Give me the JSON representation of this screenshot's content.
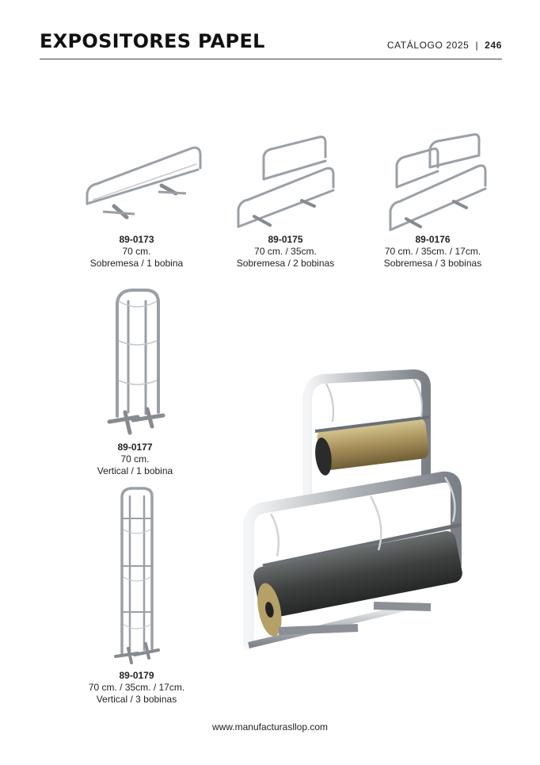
{
  "header": {
    "title": "EXPOSITORES PAPEL",
    "catalog": "CATÁLOGO 2025",
    "page_number": "246"
  },
  "products": [
    {
      "code": "89-0173",
      "size": "70 cm.",
      "type": "Sobremesa / 1 bobina",
      "image": "rack-1-roll-icon"
    },
    {
      "code": "89-0175",
      "size": "70 cm. / 35cm.",
      "type": "Sobremesa / 2 bobinas",
      "image": "rack-2-rolls-icon"
    },
    {
      "code": "89-0176",
      "size": "70 cm. / 35cm. / 17cm.",
      "type": "Sobremesa / 3 bobinas",
      "image": "rack-3-rolls-icon"
    },
    {
      "code": "89-0177",
      "size": "70 cm.",
      "type": "Vertical / 1 bobina",
      "image": "vertical-rack-icon"
    },
    {
      "code": "89-0179",
      "size": "70 cm. / 35cm. / 17cm.",
      "type": "Vertical / 3 bobinas",
      "image": "vertical-rack-3-icon"
    }
  ],
  "footer": {
    "url": "www.manufacturasllop.com"
  },
  "colors": {
    "chrome_light": "#e6e8ea",
    "chrome_dark": "#8b9096",
    "gold_roll": "#b5a068",
    "dark_roll": "#4a4c4c"
  }
}
